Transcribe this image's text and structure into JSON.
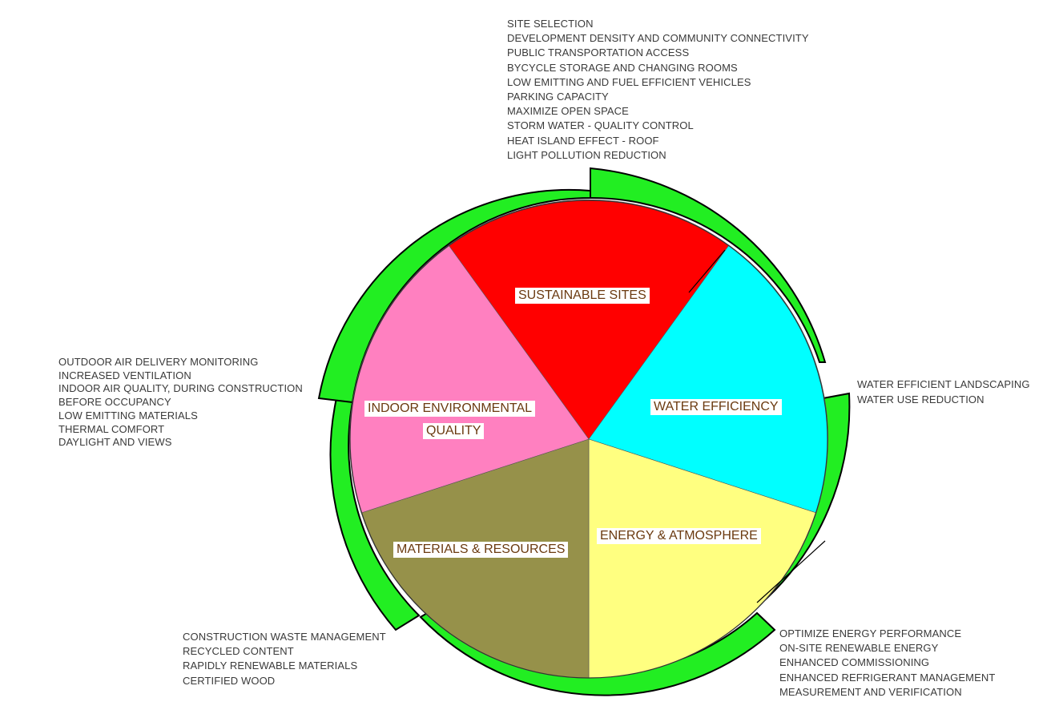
{
  "categories": [
    {
      "id": "sustainable-sites",
      "name": "SUSTAINABLE SITES",
      "color": "#ff0000",
      "items": [
        "SITE SELECTION",
        "DEVELOPMENT DENSITY AND COMMUNITY CONNECTIVITY",
        "PUBLIC TRANSPORTATION ACCESS",
        "BYCYCLE STORAGE AND CHANGING ROOMS",
        "LOW EMITTING AND FUEL EFFICIENT VEHICLES",
        "PARKING CAPACITY",
        "MAXIMIZE OPEN SPACE",
        "STORM WATER - QUALITY CONTROL",
        "HEAT ISLAND EFFECT - ROOF",
        "LIGHT POLLUTION REDUCTION"
      ]
    },
    {
      "id": "water-efficiency",
      "name": "WATER EFFICIENCY",
      "color": "#00ffff",
      "items": [
        "WATER EFFICIENT LANDSCAPING",
        "WATER USE REDUCTION"
      ]
    },
    {
      "id": "energy-atmosphere",
      "name": "ENERGY & ATMOSPHERE",
      "color": "#ffff80",
      "items": [
        "OPTIMIZE ENERGY PERFORMANCE",
        "ON-SITE RENEWABLE ENERGY",
        "ENHANCED COMMISSIONING",
        "ENHANCED REFRIGERANT MANAGEMENT",
        "MEASUREMENT AND VERIFICATION"
      ]
    },
    {
      "id": "materials-resources",
      "name": "MATERIALS & RESOURCES",
      "color": "#96914a",
      "items": [
        "CONSTRUCTION WASTE MANAGEMENT",
        "RECYCLED CONTENT",
        "RAPIDLY RENEWABLE MATERIALS",
        "CERTIFIED WOOD"
      ]
    },
    {
      "id": "indoor-environmental-quality",
      "name_lines": [
        "INDOOR ENVIRONMENTAL",
        "QUALITY"
      ],
      "color": "#ff80c0",
      "items": [
        "OUTDOOR AIR DELIVERY MONITORING",
        "INCREASED VENTILATION",
        "INDOOR AIR QUALITY, DURING CONSTRUCTION",
        "BEFORE OCCUPANCY",
        "LOW EMITTING MATERIALS",
        "THERMAL COMFORT",
        "DAYLIGHT AND VIEWS"
      ]
    }
  ],
  "ring_color": "#22ee22",
  "outline_color": "#000000"
}
